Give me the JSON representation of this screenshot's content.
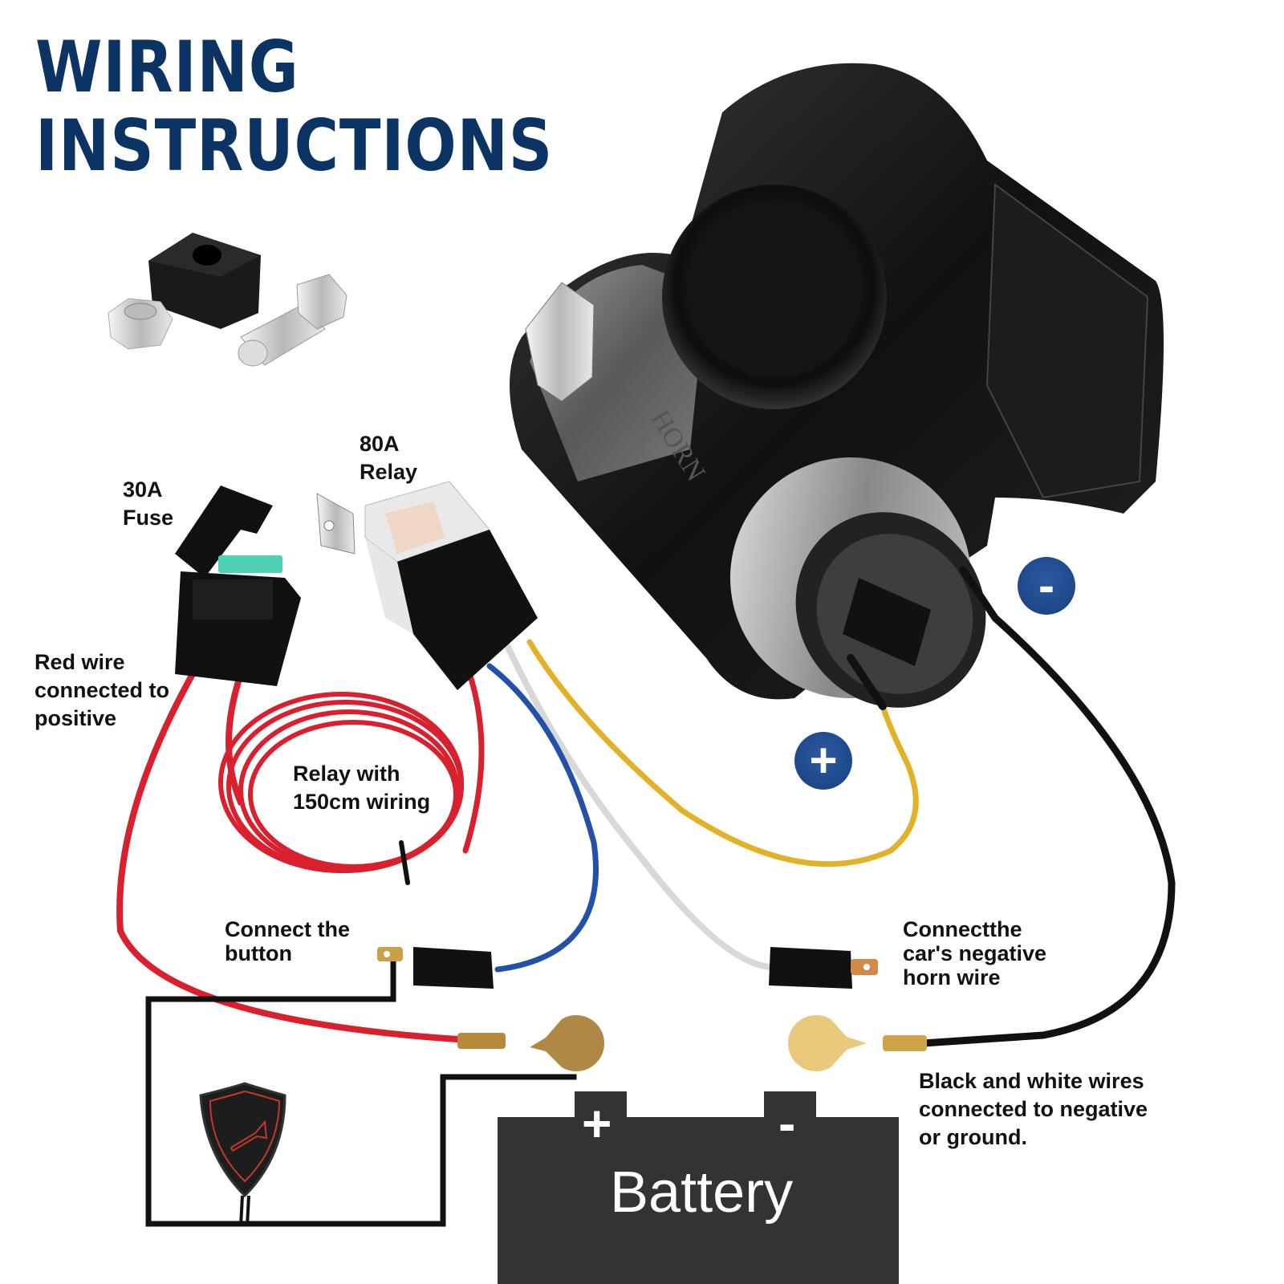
{
  "title": {
    "line1": "WIRING",
    "line2": "INSTRUCTIONS"
  },
  "colors": {
    "title": "#0b3363",
    "badge": "#1f4a8c",
    "battery": "#333333",
    "red_wire": "#d8202e",
    "yellow_wire": "#e3b128",
    "blue_wire": "#2350a8",
    "white_wire": "#e6e6e6",
    "black_wire": "#111111",
    "fuse": "#4fd1b5",
    "terminal_brass": "#c9a04a"
  },
  "labels": {
    "relay": "80A\nRelay",
    "fuse": "30A\nFuse",
    "red_wire": "Red wire\nconnected to\npositive",
    "relay_wiring": "Relay with\n150cm wiring",
    "connect_button": "Connect the\nbutton",
    "connect_negative_horn": "Connectthe\ncar's negative\nhorn wire",
    "black_white_ground": "Black and white wires\nconnected to negative\nor ground."
  },
  "horn": {
    "embossed_text": "HORN",
    "positive_badge": "+",
    "negative_badge": "-"
  },
  "battery": {
    "label": "Battery",
    "positive_terminal": "+",
    "negative_terminal": "-"
  },
  "accessories": [
    "rubber-mount-block",
    "hex-nut",
    "hex-bolt"
  ],
  "button": {
    "icon": "trumpet-horn-icon"
  }
}
